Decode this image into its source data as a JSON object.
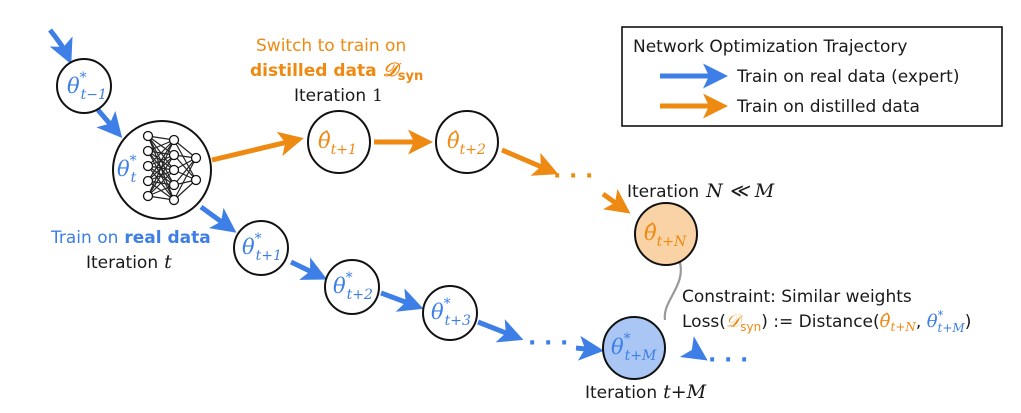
{
  "colors": {
    "real": "#3d7fe6",
    "distilled": "#ee8a12",
    "node_stroke": "#111111",
    "node_real_fill": "#a9c6f5",
    "node_distilled_fill": "#f9d2a6",
    "constraint_line": "#999999"
  },
  "legend": {
    "title": "Network Optimization Trajectory",
    "real_label": "Train on real data (expert)",
    "distilled_label": "Train on distilled data"
  },
  "labels": {
    "switch_line1": "Switch to train on",
    "switch_line2": "distilled data",
    "switch_symbol": "𝒟",
    "switch_sub": "syn",
    "iter1_text": "Iteration",
    "iter1_num": "1",
    "train_on": "Train on",
    "real_data": "real data",
    "iter_t_text": "Iteration",
    "iter_t_var": "t",
    "iterN_text": "Iteration",
    "iterN_math": "N ≪ M",
    "iterM_text": "Iteration",
    "iterM_math": "t+M",
    "constraint_line1": "Constraint: Similar weights",
    "loss_prefix": "Loss(",
    "loss_symbol": "𝒟",
    "loss_sub": "syn",
    "loss_mid": ") := Distance(",
    "loss_theta_hat": "θ̂",
    "loss_hat_sub": "t+N",
    "loss_comma": ", ",
    "loss_theta_star": "θ",
    "loss_star_sup": "*",
    "loss_star_sub": "t+M",
    "loss_close": ")",
    "ellipsis": "· · ·"
  },
  "nodes": {
    "theta_tm1": {
      "sym": "θ",
      "sup": "*",
      "sub": "t−1"
    },
    "theta_t": {
      "sym": "θ",
      "sup": "*",
      "sub": "t"
    },
    "theta_t1": {
      "sym": "θ",
      "sup": "*",
      "sub": "t+1"
    },
    "theta_t2": {
      "sym": "θ",
      "sup": "*",
      "sub": "t+2"
    },
    "theta_t3": {
      "sym": "θ",
      "sup": "*",
      "sub": "t+3"
    },
    "theta_tM": {
      "sym": "θ",
      "sup": "*",
      "sub": "t+M"
    },
    "hat_t1": {
      "sym": "θ̂",
      "sub": "t+1"
    },
    "hat_t2": {
      "sym": "θ̂",
      "sub": "t+2"
    },
    "hat_tN": {
      "sym": "θ̂",
      "sub": "t+N"
    }
  }
}
